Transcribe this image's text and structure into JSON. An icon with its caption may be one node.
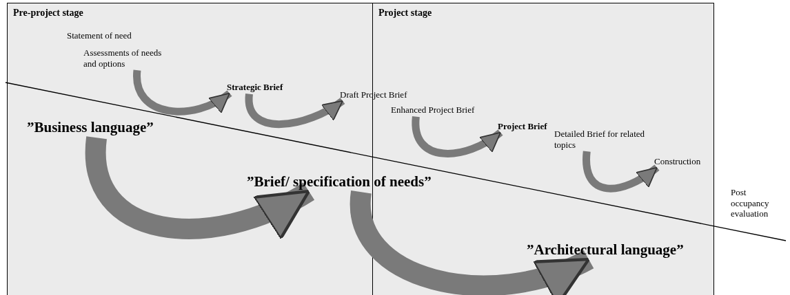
{
  "diagram": {
    "nodes": [
      {
        "text": [
          "Pre-project stage"
        ]
      },
      {
        "text": [
          "Assessments of needs and options"
        ],
        "in": 0
      },
      {
        "text": [
          "Strategic Brief"
        ],
        "in": 0
      },
      {
        "text": [
          "”Business language”"
        ],
        "in": 0
      },
      {
        "text": [
          "”Brief/ specification of needs”"
        ]
      },
      {
        "text": [
          "Project stage"
        ]
      },
      {
        "text": [
          "Draft Project Brief"
        ]
      },
      {
        "text": [
          "Enhanced Project Brief"
        ],
        "in": 5
      },
      {
        "text": [
          "Project Brief"
        ],
        "in": 5
      },
      {
        "text": [
          "Detailed Brief for related topics"
        ],
        "in": 5
      },
      {
        "text": [
          "Construction"
        ],
        "in": 5
      },
      {
        "text": [
          "”Architectural language”"
        ],
        "in": 5
      }
    ],
    "edges": [
      {
        "from": 1,
        "to": 2,
        "arrow": "to"
      },
      {
        "from": 2,
        "to": 6,
        "arrow": "to"
      },
      {
        "from": 7,
        "to": 8,
        "arrow": "to"
      },
      {
        "from": 9,
        "to": 10,
        "arrow": "to"
      },
      {
        "from": 3,
        "to": 4,
        "arrow": "to",
        "style": "thick"
      },
      {
        "from": 4,
        "to": 11,
        "arrow": "to",
        "style": "thick"
      }
    ],
    "labels": [
      "Statement of need",
      "Post occupancy evaluation"
    ]
  }
}
